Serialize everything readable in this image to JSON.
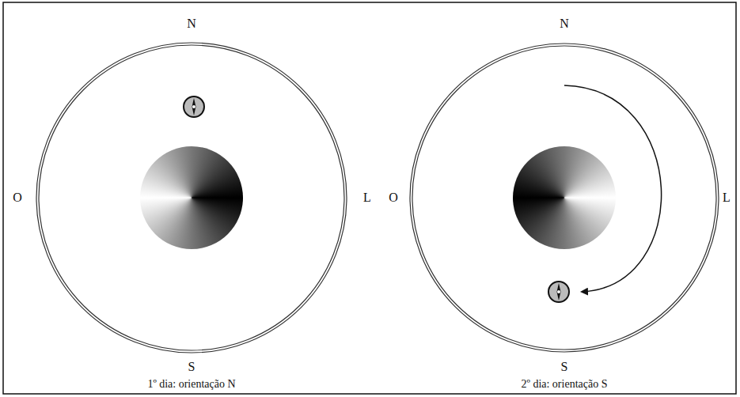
{
  "diagram": {
    "labels": [
      "N",
      "O",
      "L",
      "S",
      "1º dia: orientação N",
      "N",
      "O",
      "L",
      "S",
      "2º dia: orientação S"
    ]
  }
}
